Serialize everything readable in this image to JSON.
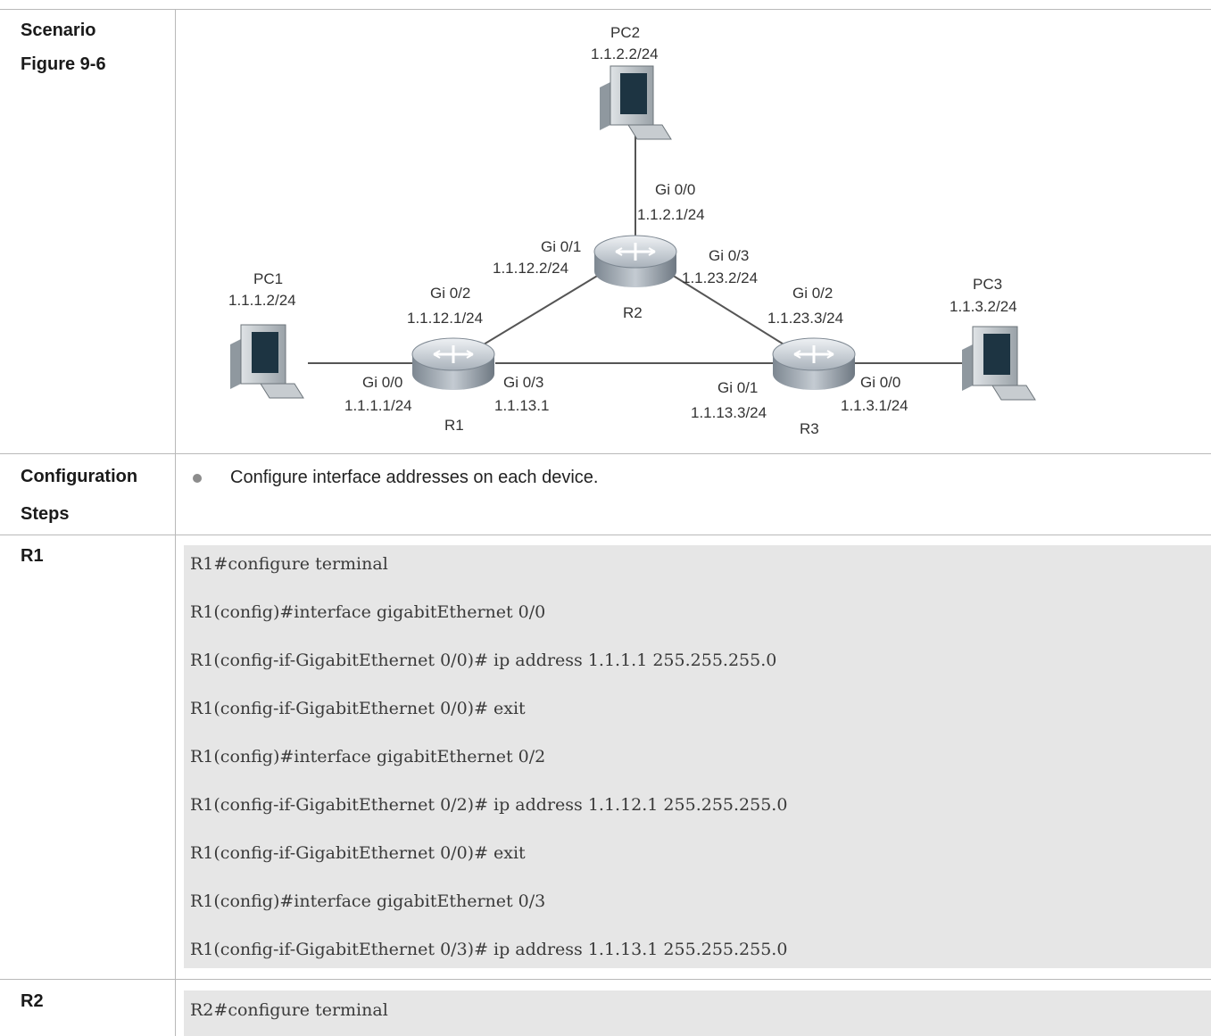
{
  "rows": {
    "scenario": {
      "label": "Scenario",
      "figure": "Figure 9-6"
    },
    "config_steps": {
      "label_line1": "Configuration",
      "label_line2": "Steps",
      "bullet": "Configure interface addresses on each device."
    },
    "r1": {
      "label": "R1",
      "lines": [
        "R1#configure terminal",
        "R1(config)#interface gigabitEthernet 0/0",
        "R1(config-if-GigabitEthernet 0/0)# ip address 1.1.1.1 255.255.255.0",
        "R1(config-if-GigabitEthernet 0/0)# exit",
        "R1(config)#interface gigabitEthernet 0/2",
        "R1(config-if-GigabitEthernet 0/2)# ip address 1.1.12.1 255.255.255.0",
        "R1(config-if-GigabitEthernet 0/0)# exit",
        "R1(config)#interface gigabitEthernet 0/3",
        "R1(config-if-GigabitEthernet 0/3)# ip address 1.1.13.1 255.255.255.0"
      ]
    },
    "r2": {
      "label": "R2",
      "lines": [
        "R2#configure terminal"
      ]
    }
  },
  "diagram": {
    "pc2": {
      "name": "PC2",
      "ip": "1.1.2.2/24"
    },
    "pc1": {
      "name": "PC1",
      "ip": "1.1.1.2/24"
    },
    "pc3": {
      "name": "PC3",
      "ip": "1.1.3.2/24"
    },
    "r1": {
      "name": "R1",
      "gi00": "Gi 0/0",
      "gi00_ip": "1.1.1.1/24",
      "gi02": "Gi 0/2",
      "gi02_ip": "1.1.12.1/24",
      "gi03": "Gi 0/3",
      "gi03_ip": "1.1.13.1"
    },
    "r2": {
      "name": "R2",
      "gi00": "Gi 0/0",
      "gi00_ip": "1.1.2.1/24",
      "gi01": "Gi 0/1",
      "gi01_ip": "1.1.12.2/24",
      "gi03": "Gi 0/3",
      "gi03_ip": "1.1.23.2/24"
    },
    "r3": {
      "name": "R3",
      "gi02": "Gi 0/2",
      "gi02_ip": "1.1.23.3/24",
      "gi01": "Gi 0/1",
      "gi01_ip": "1.1.13.3/24",
      "gi00": "Gi 0/0",
      "gi00_ip": "1.1.3.1/24"
    }
  }
}
